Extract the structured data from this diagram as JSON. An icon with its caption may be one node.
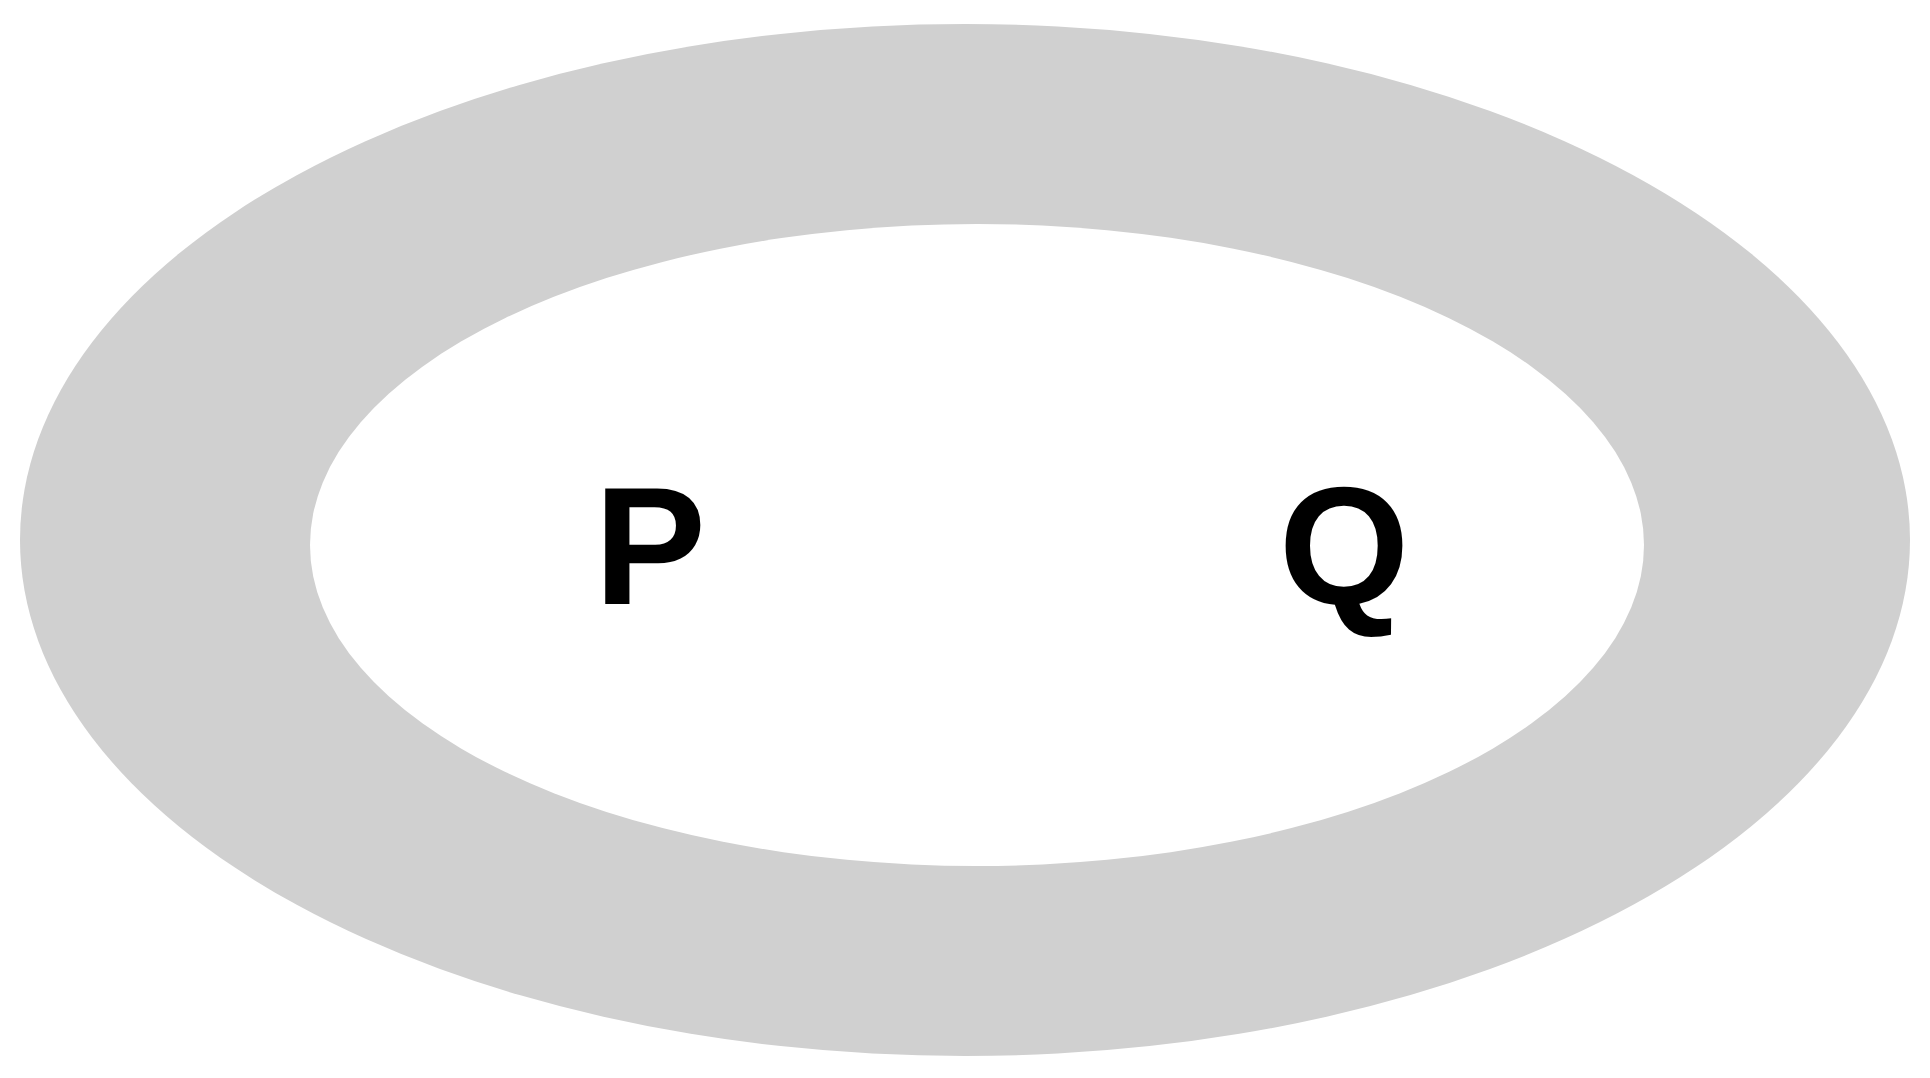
{
  "diagram": {
    "nodes": [
      {
        "text": [],
        "shape": "ellipse"
      },
      {
        "text": [
          "P",
          "Q"
        ],
        "in": 0
      }
    ]
  }
}
